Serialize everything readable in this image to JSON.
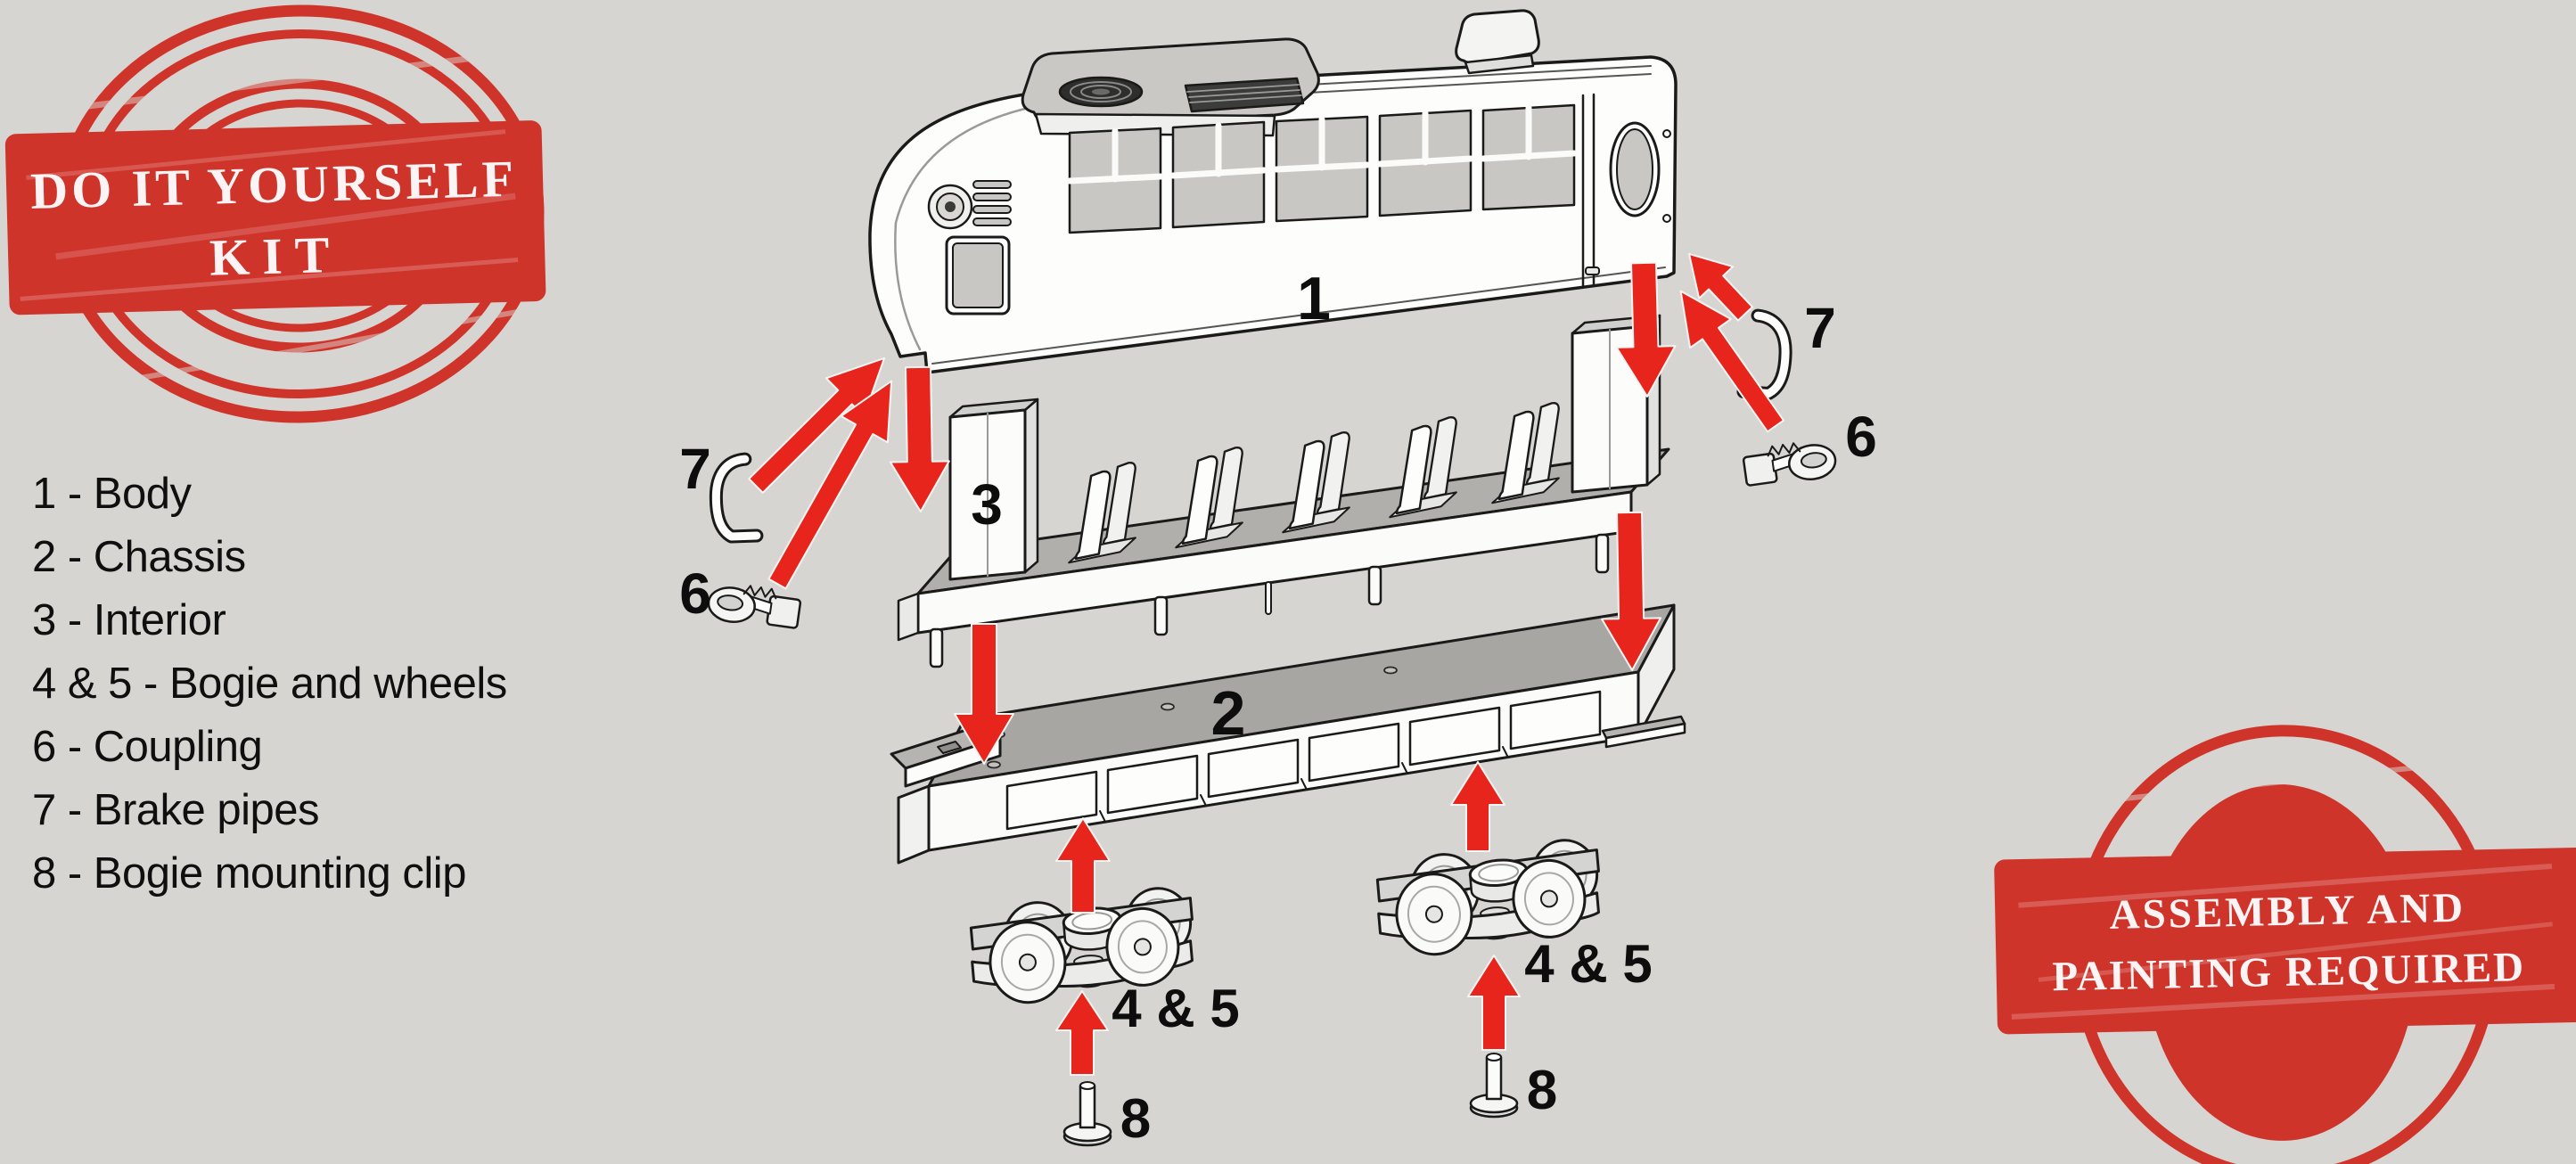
{
  "page": {
    "background": "#d7d5d1"
  },
  "stamp_top_left": {
    "line1": "DO IT YOURSELF",
    "line2": "KIT",
    "color": "#cf342b"
  },
  "stamp_bottom_right": {
    "line1": "ASSEMBLY AND",
    "line2": "PAINTING REQUIRED",
    "color": "#cf342b"
  },
  "parts_list": {
    "items": [
      "1 - Body",
      "2 - Chassis",
      "3 - Interior",
      "4 & 5 - Bogie and wheels",
      "6 - Coupling",
      "7 - Brake pipes",
      "8 - Bogie mounting clip"
    ]
  },
  "diagram": {
    "arrow_color": "#e8251c",
    "labels": {
      "body": "1",
      "chassis": "2",
      "interior": "3",
      "bogie_left": "4 & 5",
      "bogie_right": "4 & 5",
      "coupling_left": "6",
      "coupling_right": "6",
      "brake_pipe_left": "7",
      "brake_pipe_right": "7",
      "clip_left": "8",
      "clip_right": "8"
    }
  }
}
